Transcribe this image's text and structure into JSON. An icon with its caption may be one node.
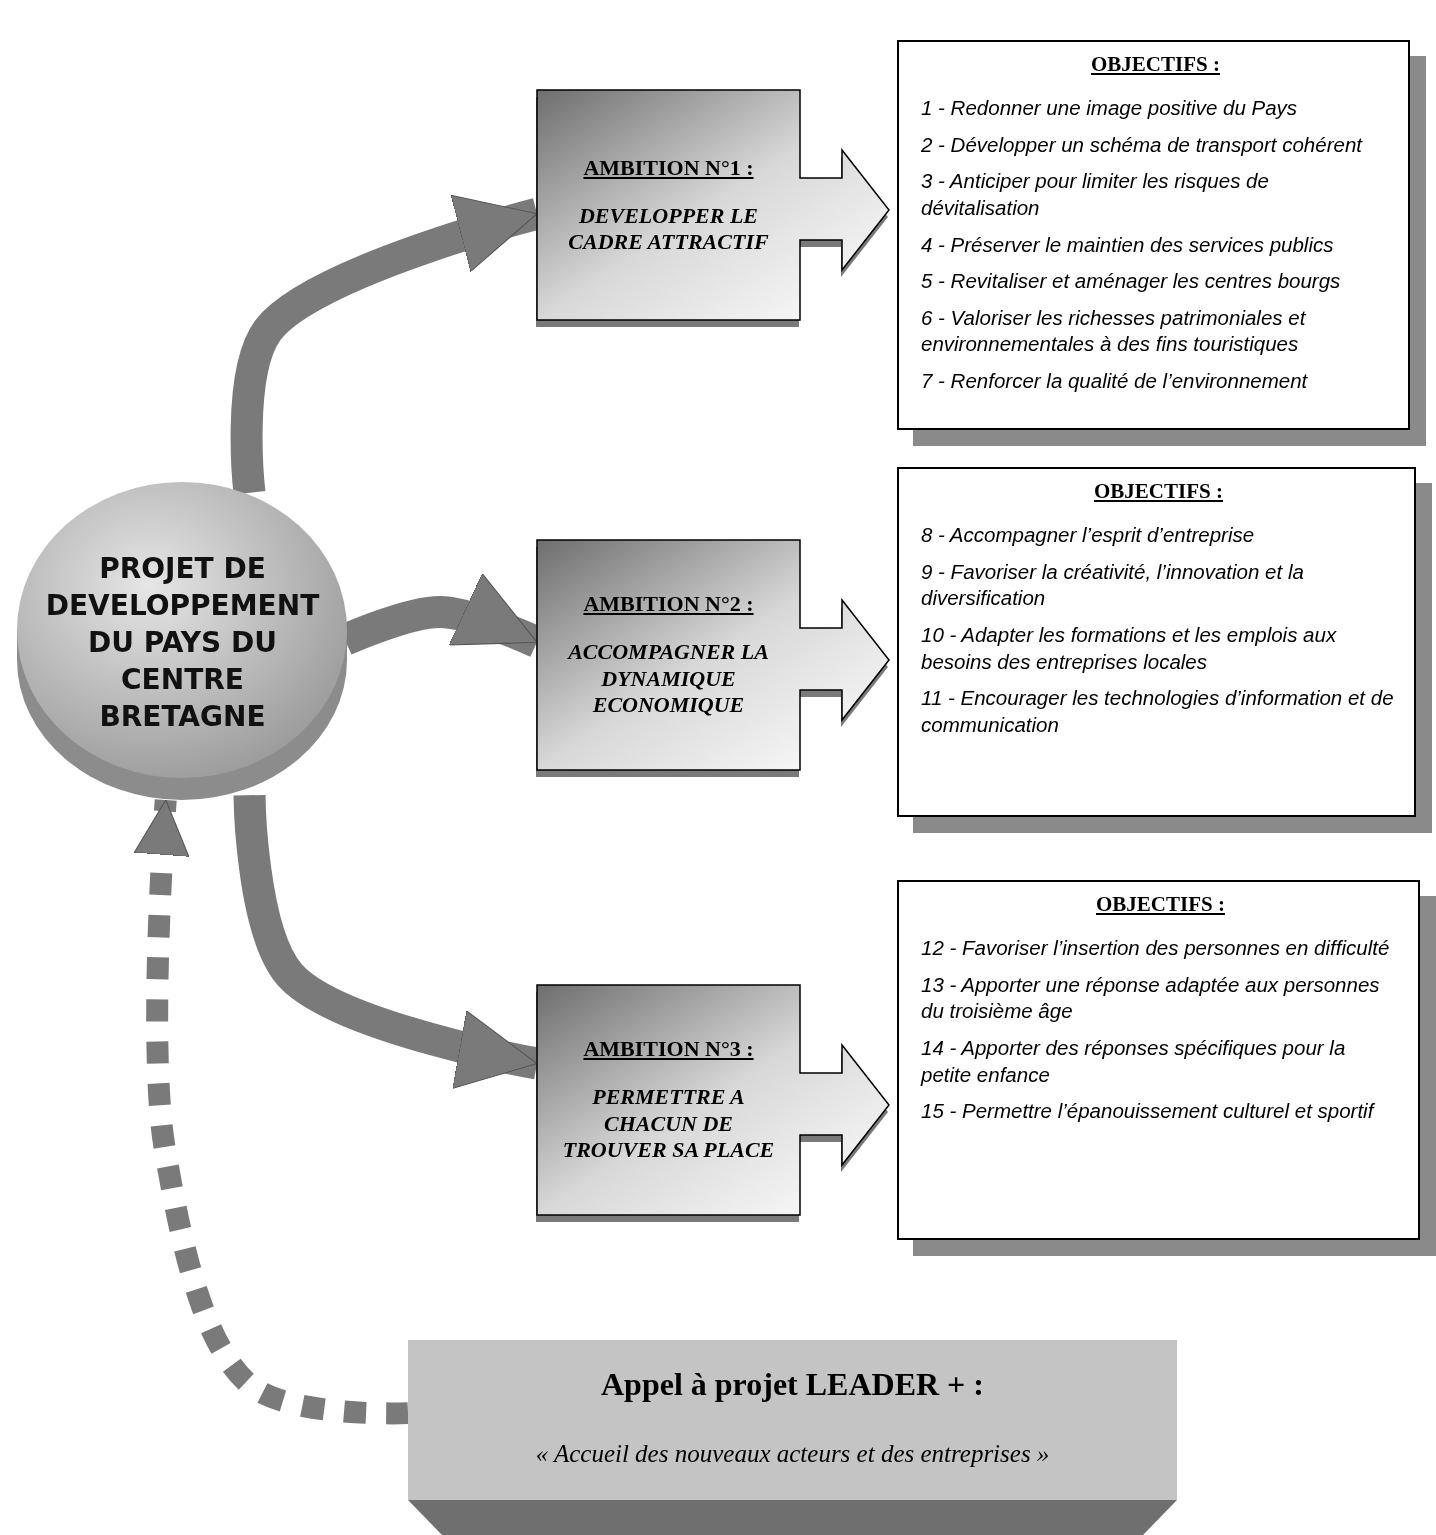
{
  "diagram": {
    "nodes": [
      {
        "text": [
          "PROJET DE DEVELOPPEMENT DU PAYS DU CENTRE BRETAGNE"
        ]
      },
      {
        "text": [
          "AMBITION N°1 :",
          "DEVELOPPER LE CADRE ATTRACTIF"
        ]
      },
      {
        "text": [
          "OBJECTIFS :",
          "1 - Redonner une image positive du Pays",
          "2 - Développer un schéma de transport cohérent",
          "3 - Anticiper pour limiter les risques de dévitalisation",
          "4 - Préserver le maintien des services publics",
          "5 - Revitaliser et aménager les centres bourgs",
          "6 - Valoriser les richesses patrimoniales et environnementales à des fins touristiques",
          "7 - Renforcer la qualité de l’environnement"
        ]
      },
      {
        "text": [
          "AMBITION N°2 :",
          "ACCOMPAGNER LA DYNAMIQUE ECONOMIQUE"
        ]
      },
      {
        "text": [
          "OBJECTIFS :",
          "8 - Accompagner l’esprit d’entreprise",
          "9 - Favoriser la créativité, l’innovation et la diversification",
          "10 - Adapter les formations et les emplois aux besoins des entreprises locales",
          "11 - Encourager les technologies d’information et de communication"
        ]
      },
      {
        "text": [
          "AMBITION N°3 :",
          "PERMETTRE A CHACUN DE TROUVER SA PLACE"
        ]
      },
      {
        "text": [
          "OBJECTIFS :",
          "12 - Favoriser l’insertion des personnes en difficulté",
          "13 - Apporter une réponse adaptée aux personnes du troisième âge",
          "14 - Apporter des réponses spécifiques pour la petite enfance",
          "15 - Permettre l’épanouissement culturel et sportif"
        ]
      },
      {
        "text": [
          "Appel à projet LEADER + :",
          "« Accueil des nouveaux acteurs et des entreprises »"
        ]
      }
    ],
    "edges": [
      {
        "from": 0,
        "to": 1,
        "arrow": "to"
      },
      {
        "from": 0,
        "to": 3,
        "arrow": "to"
      },
      {
        "from": 0,
        "to": 5,
        "arrow": "to"
      },
      {
        "from": 7,
        "to": 0,
        "arrow": "to",
        "style": "dashed"
      }
    ]
  }
}
